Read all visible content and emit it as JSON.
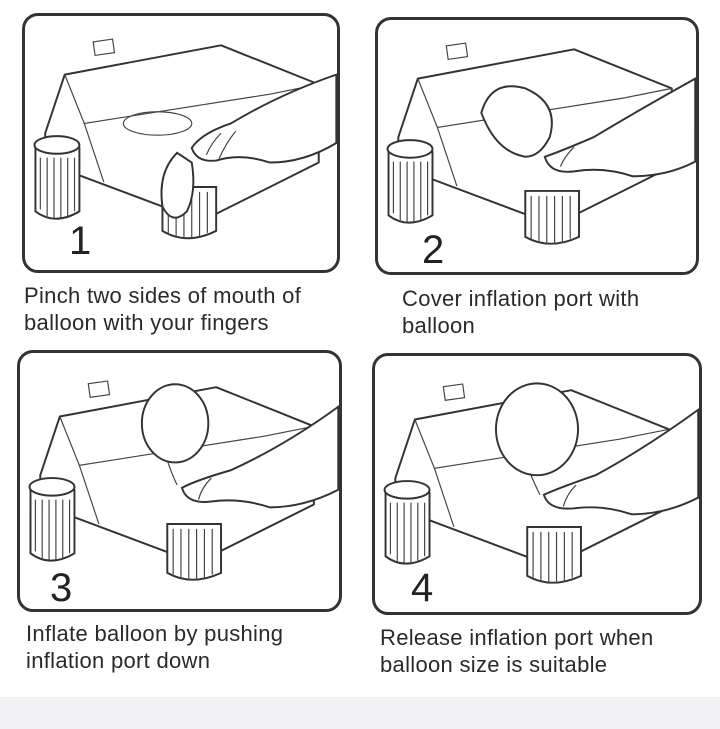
{
  "steps": [
    {
      "number": "1",
      "caption_line1": "Pinch two sides of mouth of",
      "caption_line2": "balloon with your fingers"
    },
    {
      "number": "2",
      "caption_line1": "Cover inflation port with",
      "caption_line2": "balloon"
    },
    {
      "number": "3",
      "caption_line1": "Inflate balloon by pushing",
      "caption_line2": "inflation port down"
    },
    {
      "number": "4",
      "caption_line1": "Release inflation port when",
      "caption_line2": "balloon size is suitable"
    }
  ],
  "colors": {
    "line": "#333333",
    "footer": "#f2f2f4"
  }
}
